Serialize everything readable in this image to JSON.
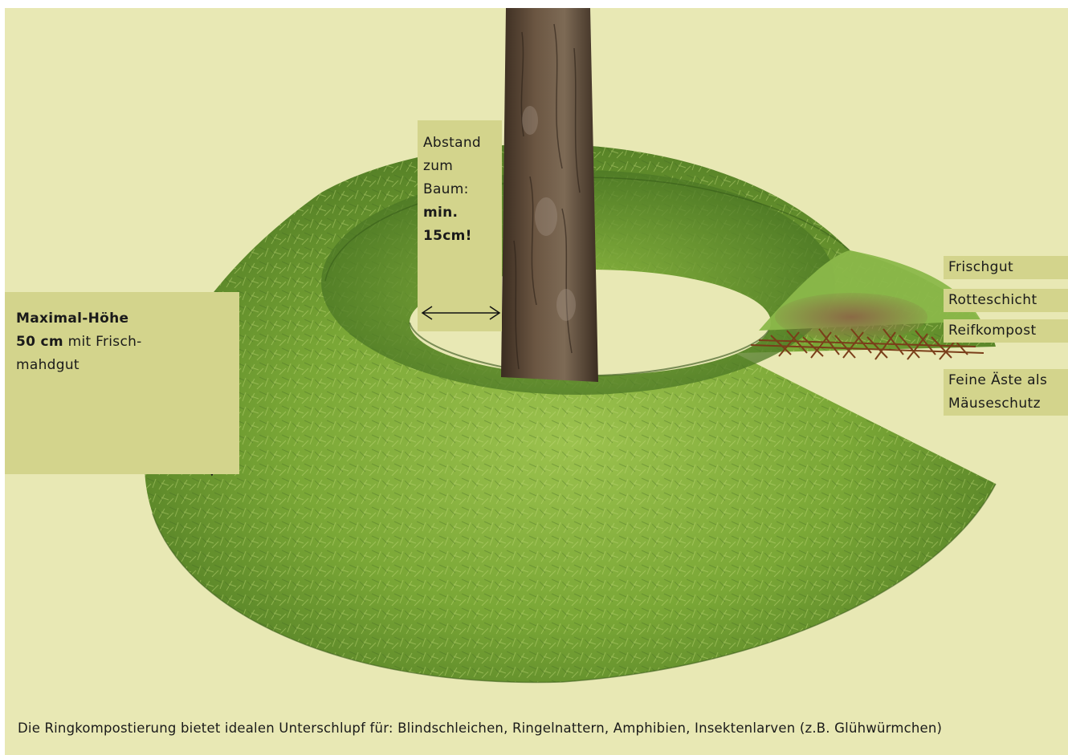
{
  "annotations": {
    "distance": {
      "line1": "Abstand",
      "line2": "zum",
      "line3": "Baum:",
      "line4": "min.",
      "line5": "15cm!"
    },
    "height": {
      "title": "Maximal-Höhe",
      "value": "50 cm",
      "rest1": " mit Frisch-",
      "rest2": "mahdgut"
    }
  },
  "layers": {
    "fresh": "Frischgut",
    "rotting": "Rotteschicht",
    "mature": "Reifkompost",
    "branches_line1": "Feine Äste als",
    "branches_line2": "Mäuseschutz"
  },
  "caption": "Die Ringkompostierung bietet idealen Unterschlupf für: Blindschleichen, Ringelnattern, Amphibien, Insektenlarven (z.B. Glühwürmchen)",
  "colors": {
    "background": "#e8e8b4",
    "label_box": "#d3d48c",
    "grass": "#7da838",
    "bark": "#5a4632"
  }
}
